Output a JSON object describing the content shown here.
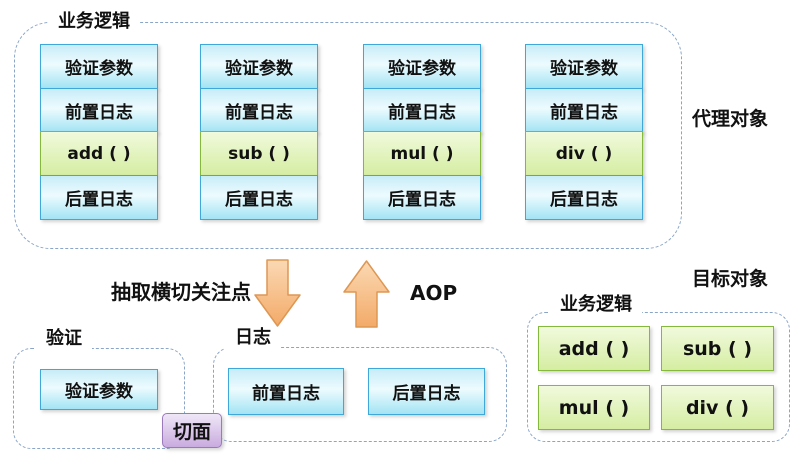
{
  "proxy": {
    "label": "业务逻辑",
    "object_label": "代理对象",
    "columns": [
      [
        "验证参数",
        "前置日志",
        "add ( )",
        "后置日志"
      ],
      [
        "验证参数",
        "前置日志",
        "sub ( )",
        "后置日志"
      ],
      [
        "验证参数",
        "前置日志",
        "mul ( )",
        "后置日志"
      ],
      [
        "验证参数",
        "前置日志",
        "div ( )",
        "后置日志"
      ]
    ]
  },
  "transform": {
    "extract_label": "抽取横切关注点",
    "aop_label": "AOP"
  },
  "aspects": {
    "validation": {
      "label": "验证",
      "boxes": [
        "验证参数"
      ]
    },
    "logging": {
      "label": "日志",
      "boxes": [
        "前置日志",
        "后置日志"
      ]
    },
    "aspect_badge": "切面"
  },
  "target": {
    "object_label": "目标对象",
    "label": "业务逻辑",
    "methods": [
      "add ( )",
      "sub ( )",
      "mul ( )",
      "div ( )"
    ]
  },
  "colors": {
    "box_blue_border": "#3fa8d8",
    "box_blue_top": "#c7ecf8",
    "box_blue_mid": "#edfbfe",
    "box_blue_bottom": "#a2e4f4",
    "box_green_border": "#84b93e",
    "box_green_top": "#f1fadd",
    "box_green_bottom": "#d5eda2",
    "aspect_border": "#9b79bd",
    "aspect_top": "#efe7f7",
    "aspect_bottom": "#c9abdf",
    "arrow_fill_light": "#fbd9b4",
    "arrow_fill_dark": "#f3aa68",
    "arrow_border": "#dd9753",
    "dashed_border": "#8aa5c8",
    "text": "#111111",
    "background": "#ffffff"
  }
}
